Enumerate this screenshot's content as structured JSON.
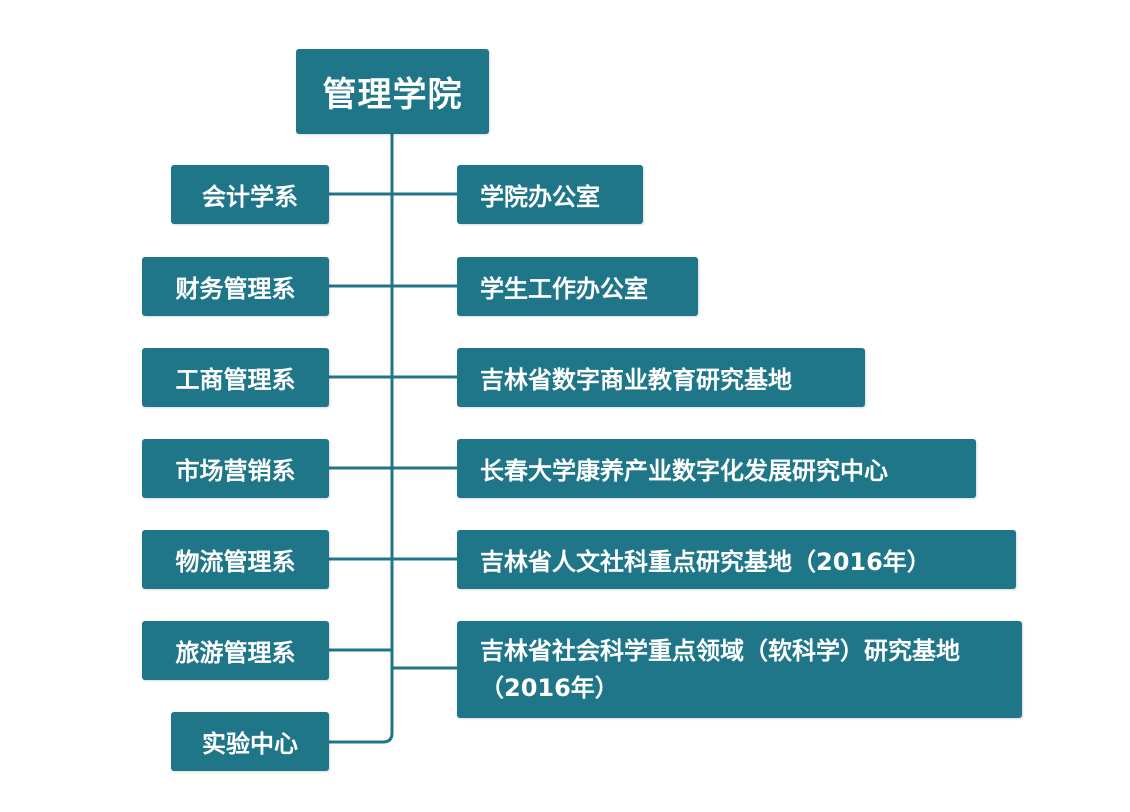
{
  "root": {
    "label": "管理学院"
  },
  "left_units": [
    {
      "label": "会计学系"
    },
    {
      "label": "财务管理系"
    },
    {
      "label": "工商管理系"
    },
    {
      "label": "市场营销系"
    },
    {
      "label": "物流管理系"
    },
    {
      "label": "旅游管理系"
    },
    {
      "label": "实验中心"
    }
  ],
  "right_units": [
    {
      "label": "学院办公室"
    },
    {
      "label": "学生工作办公室"
    },
    {
      "label": "吉林省数字商业教育研究基地"
    },
    {
      "label": "长春大学康养产业数字化发展研究中心"
    },
    {
      "label": "吉林省人文社科重点研究基地（2016年）"
    },
    {
      "label": "吉林省社会科学重点领域（软科学）研究基地（2016年）"
    }
  ],
  "colors": {
    "box_fill": "#1f7688",
    "connector": "#1f7688",
    "text": "#ffffff"
  }
}
